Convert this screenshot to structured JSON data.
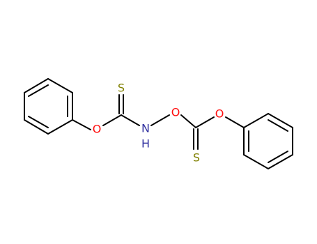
{
  "structure": {
    "atoms": [
      {
        "id": "o1",
        "label": "O",
        "color": "#ff0d0d"
      },
      {
        "id": "s1",
        "label": "S",
        "color": "#808000"
      },
      {
        "id": "n1",
        "label": "N",
        "color": "#3232a0"
      },
      {
        "id": "h1",
        "label": "H",
        "color": "#3232a0"
      },
      {
        "id": "o2",
        "label": "O",
        "color": "#ff0d0d"
      },
      {
        "id": "s2",
        "label": "S",
        "color": "#808000"
      },
      {
        "id": "o3",
        "label": "O",
        "color": "#ff0d0d"
      }
    ],
    "bond_color": "#000000"
  }
}
